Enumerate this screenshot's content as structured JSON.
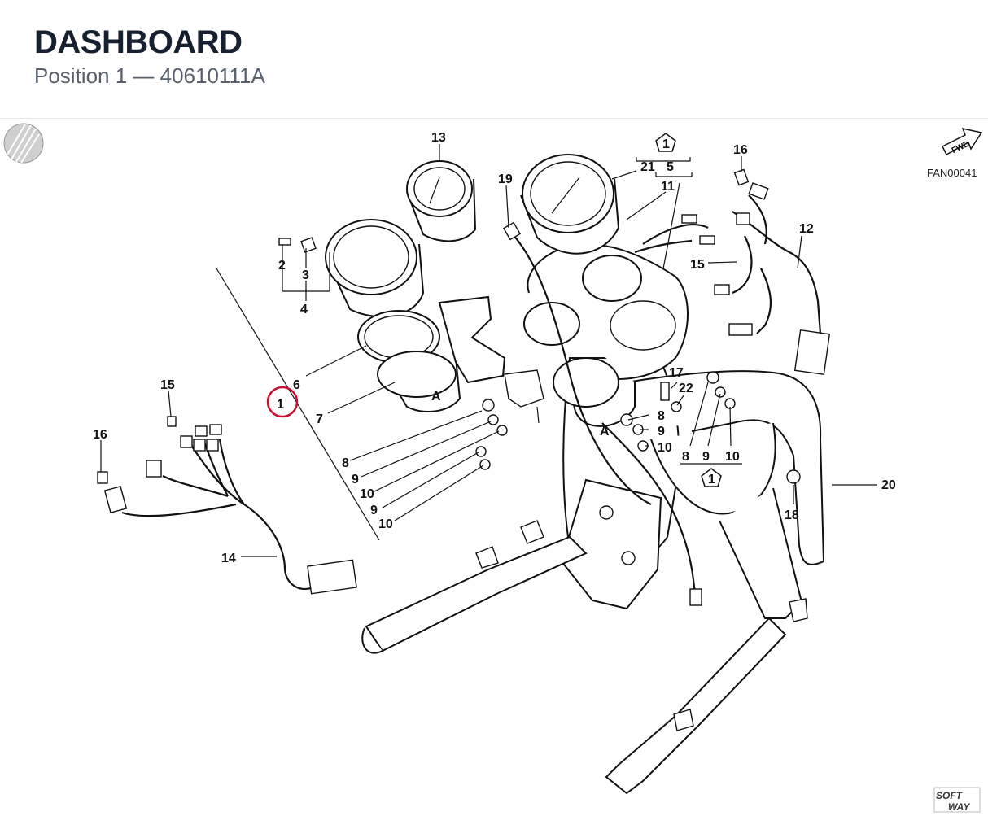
{
  "header": {
    "title": "DASHBOARD",
    "subtitle": "Position 1 — 40610111A"
  },
  "diagram": {
    "code": "FAN00041",
    "fwd_label": "FWD",
    "brand_top": "SOFT",
    "brand_bottom": "WAY",
    "highlight_position": "1",
    "callouts": {
      "c13": "13",
      "c19": "19",
      "c21": "21",
      "c5": "5",
      "c11": "11",
      "c16a": "16",
      "c12": "12",
      "c15a": "15",
      "c2": "2",
      "c3": "3",
      "c4": "4",
      "c6": "6",
      "c7": "7",
      "c17": "17",
      "c22": "22",
      "c8a": "8",
      "c9a": "9",
      "c10a": "10",
      "c8b": "8",
      "c9b": "9",
      "c10b": "10",
      "c15b": "15",
      "c16b": "16",
      "c8c": "8",
      "c9c": "9",
      "c10c": "10",
      "c9d": "9",
      "c10d": "10",
      "c20": "20",
      "c18": "18",
      "c14": "14",
      "c1a": "1",
      "c1b": "1",
      "cA1": "A",
      "cA2": "A"
    }
  }
}
